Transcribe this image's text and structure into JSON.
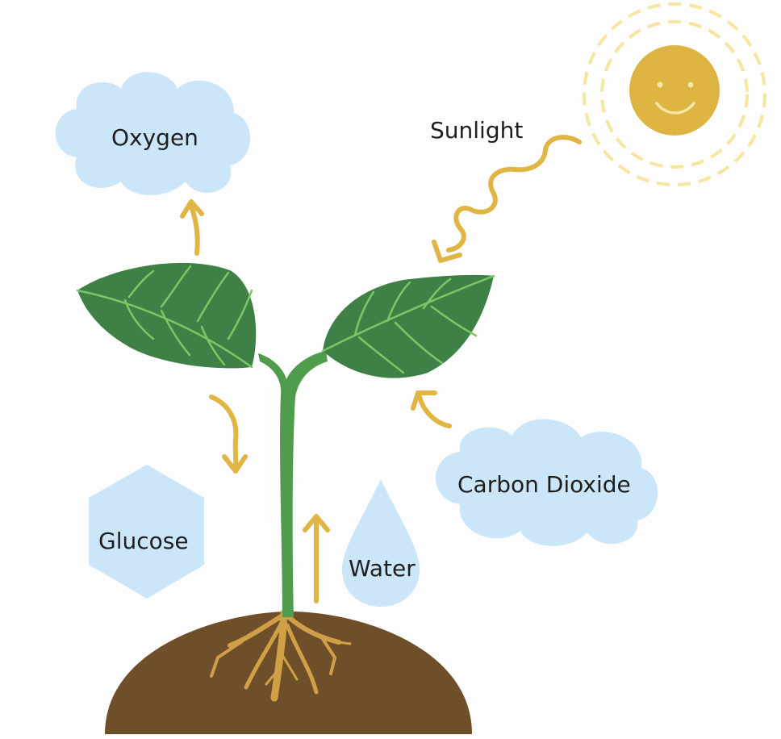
{
  "labels": {
    "oxygen": "Oxygen",
    "sunlight": "Sunlight",
    "carbon_dioxide": "Carbon Dioxide",
    "glucose": "Glucose",
    "water": "Water"
  },
  "colors": {
    "background": "#fdfdfd",
    "cloud": "#cbe6f8",
    "sun": "#deb443",
    "sun_rings": "#f5e6a0",
    "arrow": "#e0b544",
    "leaf": "#3f8046",
    "leaf_vein": "#7bc765",
    "stem": "#4f9d4c",
    "soil": "#6f4f2a",
    "roots": "#d1a046"
  },
  "icons": [
    "sun-icon",
    "oxygen-cloud-icon",
    "carbon-dioxide-cloud-icon",
    "glucose-hexagon-icon",
    "water-drop-icon",
    "plant-icon",
    "roots-icon",
    "soil-mound"
  ]
}
